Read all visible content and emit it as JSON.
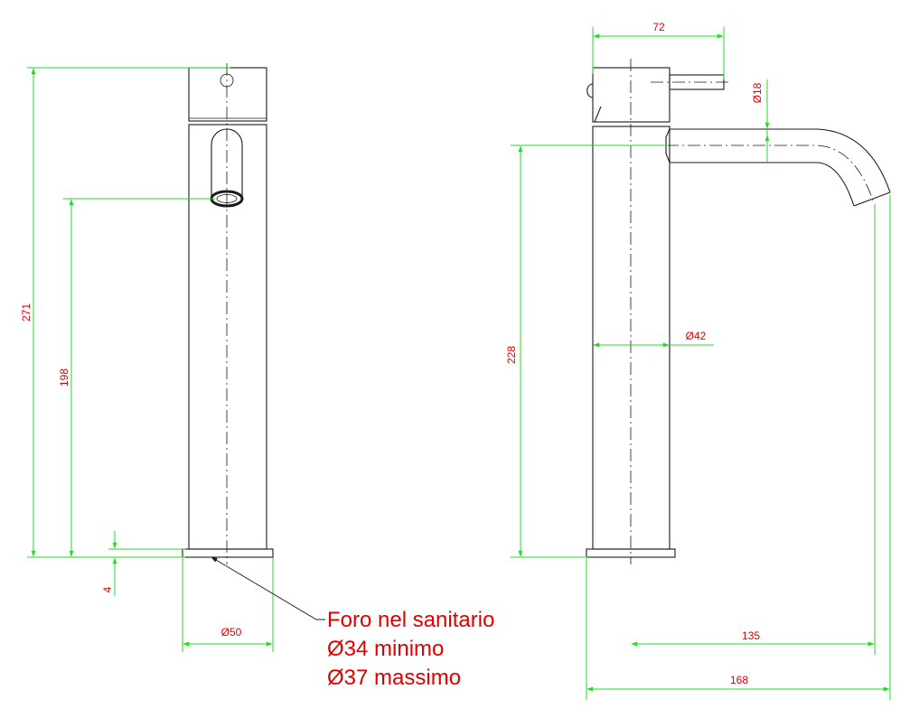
{
  "dimensions": {
    "height_total": "271",
    "outlet_height": "198",
    "base_height": "4",
    "base_diameter": "Ø50",
    "lever_length": "72",
    "spout_diameter": "Ø18",
    "spout_height": "228",
    "body_diameter": "Ø42",
    "spout_reach": "135",
    "overall_length": "168"
  },
  "note": {
    "line1": "Foro nel sanitario",
    "line2": "Ø34 minimo",
    "line3": "Ø37 massimo"
  },
  "colors": {
    "dimension_lines": "#22dd22",
    "dimension_text": "#e00000",
    "outline": "#1a1a1a"
  }
}
